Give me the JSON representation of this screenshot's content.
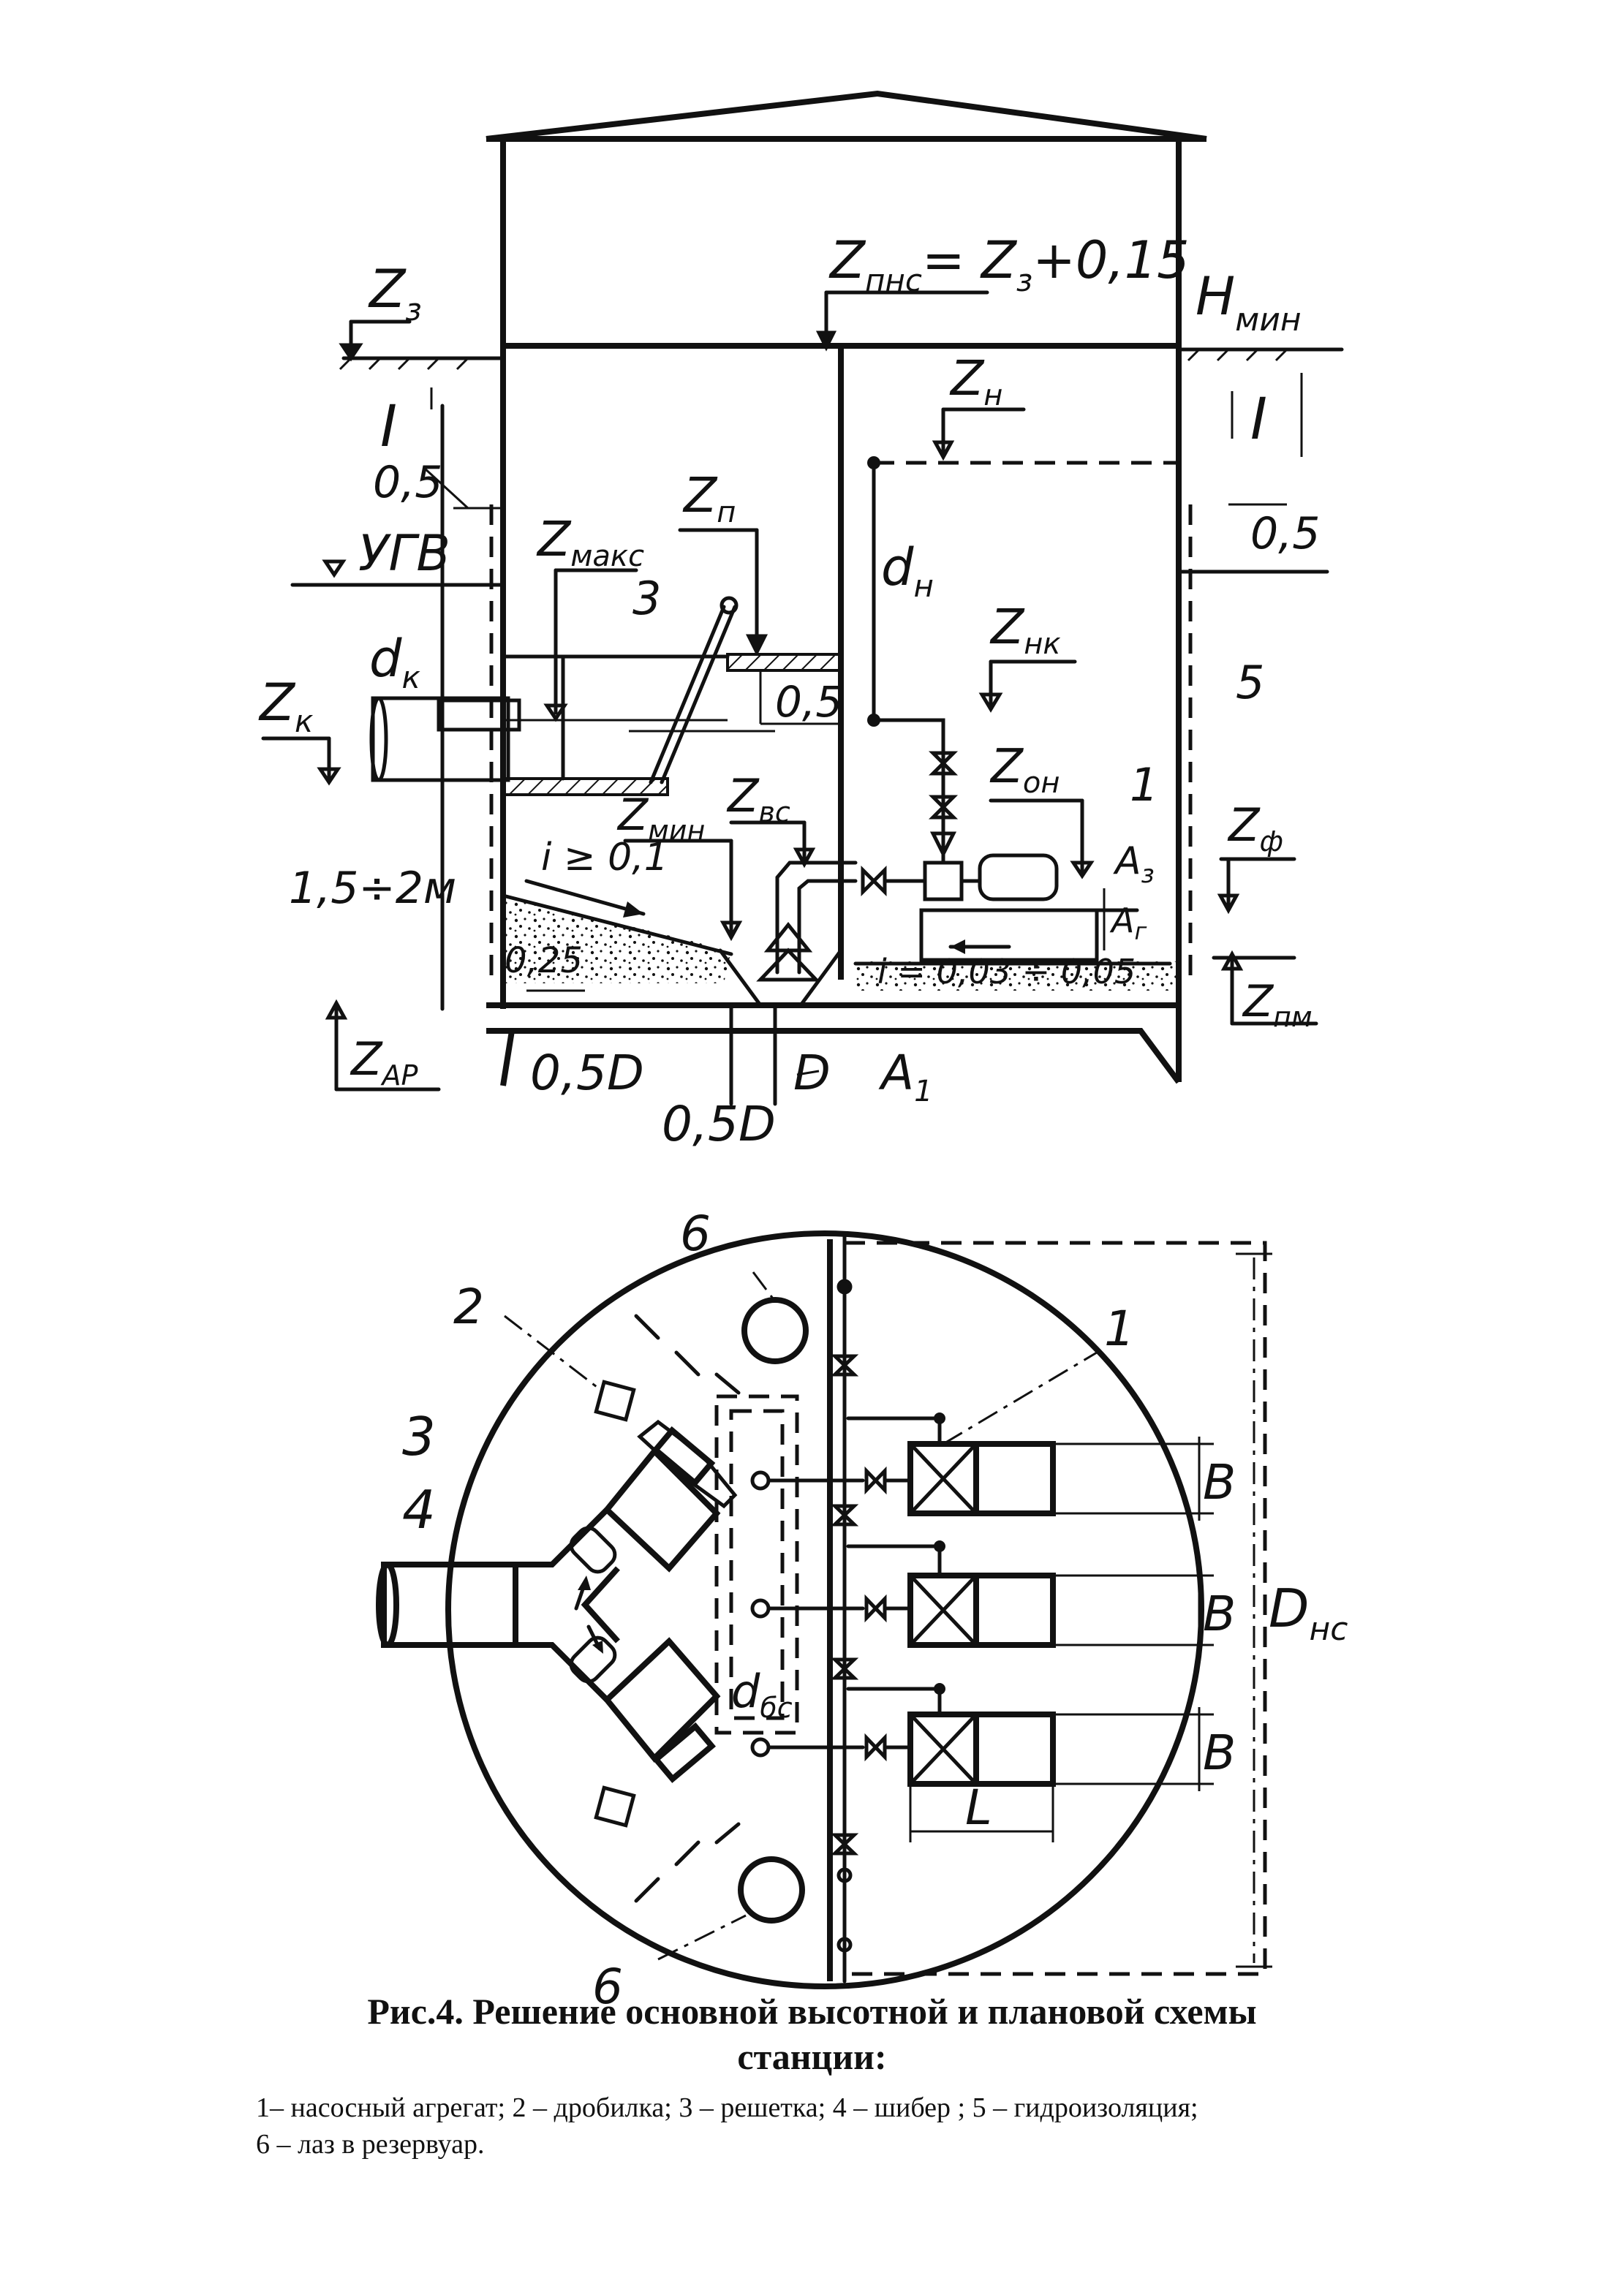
{
  "section_labels": {
    "z_z": "Z",
    "z_z_sub": "з",
    "z_pns": "Z",
    "z_pns_sub": "пнс",
    "z_pns_rhs": "= Z",
    "z_pns_rhs_sub": "з",
    "z_pns_add": "+0,15",
    "h_min": "H",
    "h_min_sub": "мин",
    "roman_left": "I",
    "roman_right": "I",
    "dim_05_left": "0,5",
    "ugv": "УГВ",
    "z_maks": "Z",
    "z_maks_sub": "макс",
    "z_p": "Z",
    "z_p_sub": "п",
    "num_3": "3",
    "d_k": "d",
    "d_k_sub": "к",
    "z_k": "Z",
    "z_k_sub": "к",
    "dim_05_screen": "0,5",
    "z_n": "Z",
    "z_n_sub": "н",
    "d_n": "d",
    "d_n_sub": "н",
    "dim_05_right": "0,5",
    "z_nk": "Z",
    "z_nk_sub": "нк",
    "num_5": "5",
    "z_on": "Z",
    "z_on_sub": "он",
    "num_1": "1",
    "z_vs": "Z",
    "z_vs_sub": "вс",
    "z_min": "Z",
    "z_min_sub": "мин",
    "slope_left": "i ≥ 0,1",
    "a3": "А",
    "a3_sub": "з",
    "a2": "А",
    "a2_sub": "г",
    "z_f": "Z",
    "z_f_sub": "ф",
    "dim_15_2": "1,5÷2м",
    "dim_025": "0,25",
    "slope_right": "i = 0,03 ÷ 0,05",
    "z_pm": "Z",
    "z_pm_sub": "пм",
    "z_ar": "Z",
    "z_ar_sub": "АР",
    "dim_05d_left": "0,5D",
    "dim_d": "D",
    "a1": "А",
    "a1_sub": "1",
    "dim_05d_bottom": "0,5D"
  },
  "plan_labels": {
    "num_6_top": "6",
    "num_2": "2",
    "num_3": "3",
    "num_4": "4",
    "num_1": "1",
    "b_1": "B",
    "b_2": "B",
    "b_3": "B",
    "d_ns": "D",
    "d_ns_sub": "нс",
    "d_bs": "d",
    "d_bs_sub": "бс",
    "l": "L",
    "num_6_bottom": "6"
  },
  "caption": {
    "title_line1": "Рис.4. Решение основной высотной и плановой схемы",
    "title_line2": "станции:",
    "legend_line1": "1– насосный агрегат; 2 – дробилка; 3 – решетка; 4 –  шибер ; 5 – гидроизоляция;",
    "legend_line2": "6 – лаз в резервуар."
  },
  "colors": {
    "ink": "#111111",
    "paper": "#ffffff"
  }
}
